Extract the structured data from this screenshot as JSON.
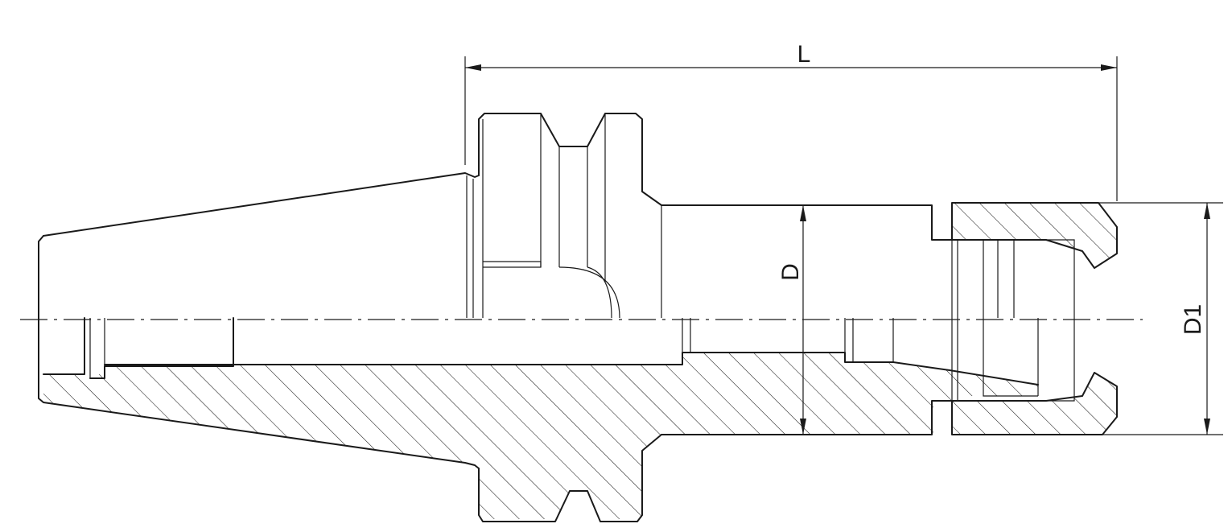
{
  "drawing": {
    "dimensions": {
      "length_label": "L",
      "diameter_label": "D",
      "outer_diameter_label": "D1"
    },
    "colors": {
      "line": "#1a1a1a",
      "background": "#ffffff"
    }
  }
}
